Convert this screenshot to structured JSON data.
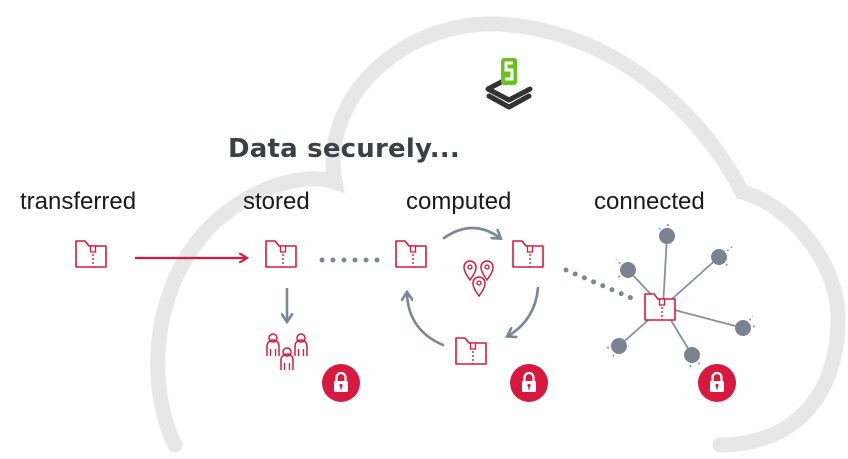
{
  "title": "Data securely...",
  "labels": [
    "transferred",
    "stored",
    "computed",
    "connected"
  ],
  "colors": {
    "brand_red": "#d7193f",
    "cloud_gray": "#e7e7e7",
    "node_gray": "#7c8390",
    "arrow_gray": "#7d8694",
    "logo_green": "#6ac01f",
    "logo_dark": "#333333",
    "title_color": "#3c3f45"
  }
}
